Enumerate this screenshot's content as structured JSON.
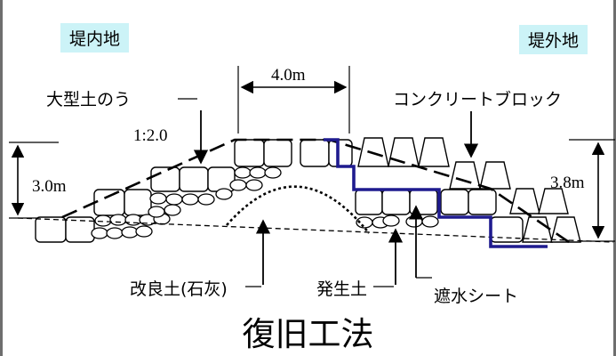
{
  "labels": {
    "inside_land": "堤内地",
    "outside_land": "堤外地",
    "large_sandbag": "大型土のう",
    "concrete_block": "コンクリートブロック",
    "improved_soil": "改良土(石灰)",
    "generated_soil": "発生土",
    "waterproof_sheet": "遮水シート"
  },
  "dimensions": {
    "crest_width": "4.0m",
    "left_height": "3.0m",
    "right_height": "3.8m",
    "slope": "1:2.0"
  },
  "title": "復旧工法",
  "colors": {
    "tag_background": "#ccf3f7",
    "sheet_line": "#1f1b8f",
    "outline": "#000000"
  }
}
